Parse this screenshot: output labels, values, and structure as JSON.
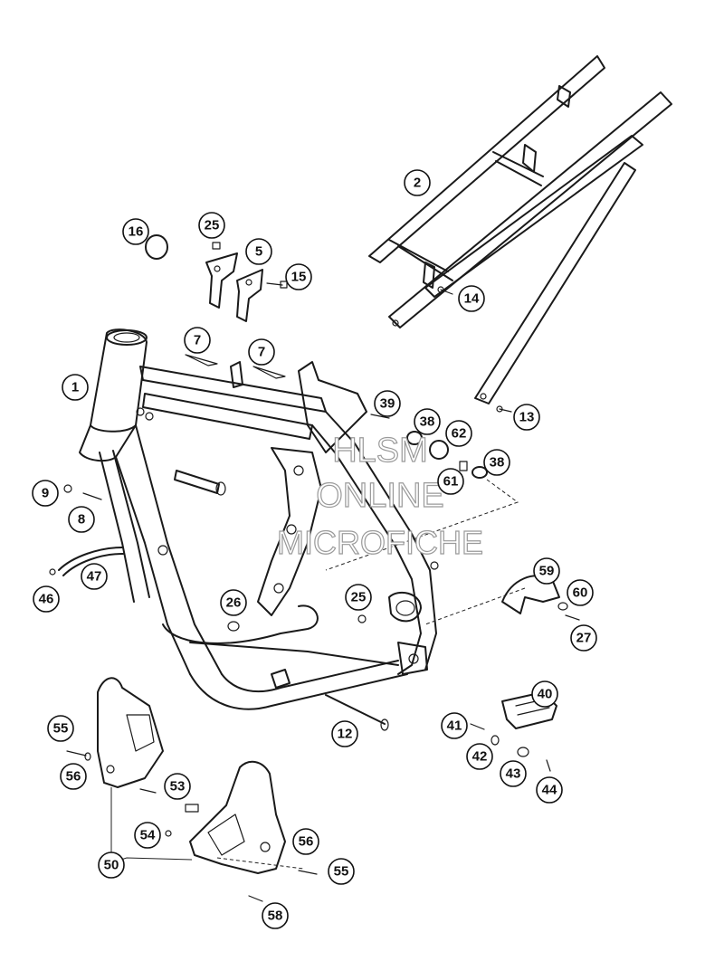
{
  "watermark": {
    "line1": "HLSM",
    "line2": "ONLINE",
    "line3": "MICROFICHE"
  },
  "callouts": [
    {
      "id": "c1",
      "label": "1"
    },
    {
      "id": "c2",
      "label": "2"
    },
    {
      "id": "c5",
      "label": "5"
    },
    {
      "id": "c7a",
      "label": "7"
    },
    {
      "id": "c7b",
      "label": "7"
    },
    {
      "id": "c8",
      "label": "8"
    },
    {
      "id": "c9",
      "label": "9"
    },
    {
      "id": "c12",
      "label": "12"
    },
    {
      "id": "c13",
      "label": "13"
    },
    {
      "id": "c14",
      "label": "14"
    },
    {
      "id": "c15",
      "label": "15"
    },
    {
      "id": "c16",
      "label": "16"
    },
    {
      "id": "c25a",
      "label": "25"
    },
    {
      "id": "c25b",
      "label": "25"
    },
    {
      "id": "c26",
      "label": "26"
    },
    {
      "id": "c27",
      "label": "27"
    },
    {
      "id": "c38a",
      "label": "38"
    },
    {
      "id": "c38b",
      "label": "38"
    },
    {
      "id": "c39",
      "label": "39"
    },
    {
      "id": "c40",
      "label": "40"
    },
    {
      "id": "c41",
      "label": "41"
    },
    {
      "id": "c42",
      "label": "42"
    },
    {
      "id": "c43",
      "label": "43"
    },
    {
      "id": "c44",
      "label": "44"
    },
    {
      "id": "c46",
      "label": "46"
    },
    {
      "id": "c47",
      "label": "47"
    },
    {
      "id": "c50",
      "label": "50"
    },
    {
      "id": "c53",
      "label": "53"
    },
    {
      "id": "c54",
      "label": "54"
    },
    {
      "id": "c55a",
      "label": "55"
    },
    {
      "id": "c55b",
      "label": "55"
    },
    {
      "id": "c56a",
      "label": "56"
    },
    {
      "id": "c56b",
      "label": "56"
    },
    {
      "id": "c58",
      "label": "58"
    },
    {
      "id": "c59",
      "label": "59"
    },
    {
      "id": "c60",
      "label": "60"
    },
    {
      "id": "c61",
      "label": "61"
    },
    {
      "id": "c62",
      "label": "62"
    }
  ]
}
